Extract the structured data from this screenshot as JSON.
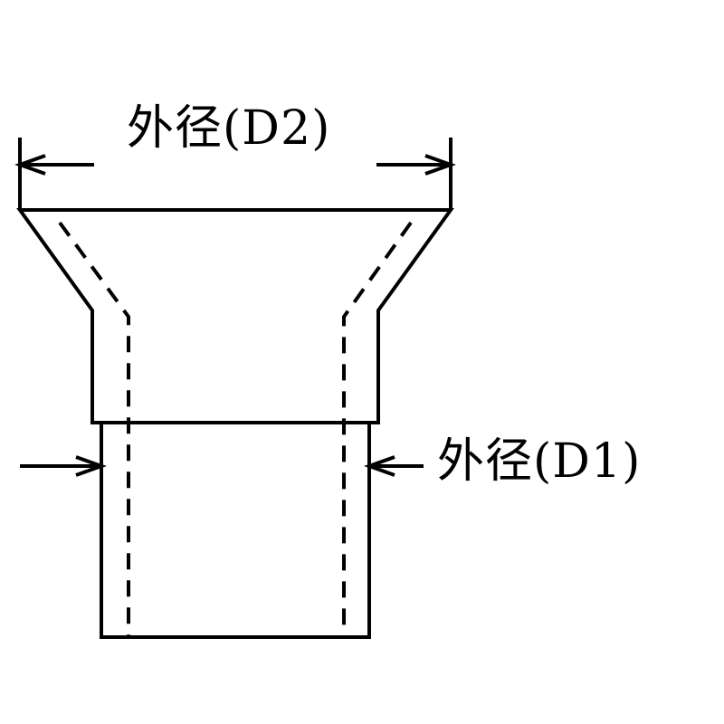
{
  "labels": {
    "outer_diameter_d2": "外径(D2)",
    "outer_diameter_d1": "外径(D1)"
  },
  "colors": {
    "line": "#000000",
    "background": "#ffffff"
  },
  "line_styles": {
    "outline": "solid",
    "hidden_edge": "dashed"
  }
}
